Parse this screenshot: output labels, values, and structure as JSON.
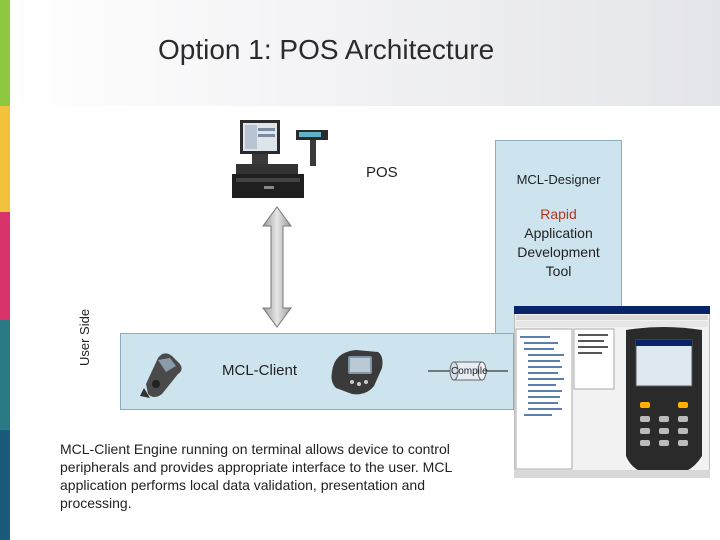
{
  "title": "Option 1: POS Architecture",
  "pos": {
    "label": "POS"
  },
  "designer": {
    "title": "MCL-Designer",
    "desc_line1": "Rapid",
    "desc_line2": "Application",
    "desc_line3": "Development",
    "desc_line4": "Tool"
  },
  "user_side_label": "User Side",
  "client": {
    "label": "MCL-Client"
  },
  "compile_label": "Compile",
  "description": "MCL-Client Engine running on terminal allows device to control peripherals and provides appropriate interface to the user.  MCL application performs local data validation, presentation and processing.",
  "colors": {
    "stripe": [
      "#8dc63f",
      "#f3c23c",
      "#d8336b",
      "#2a7a86",
      "#1a5a7a"
    ],
    "panel": "#cde4ee",
    "accent": "#b5371d"
  }
}
